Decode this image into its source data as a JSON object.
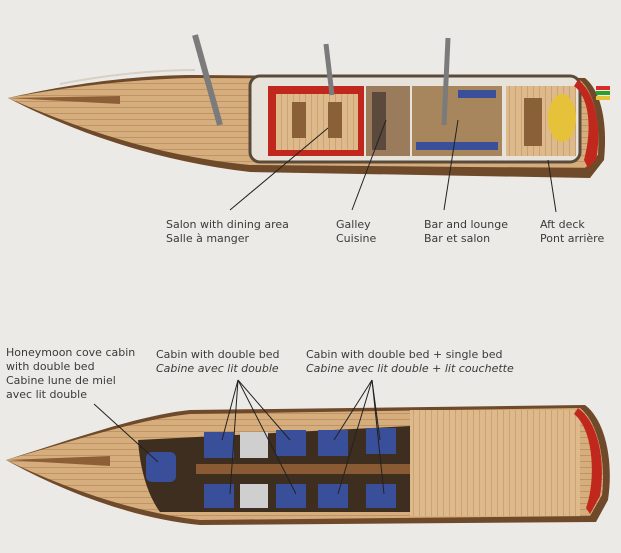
{
  "top_deck_labels": [
    {
      "key": "salon",
      "lines": [
        "Salon with dining area",
        "Salle à manger"
      ]
    },
    {
      "key": "galley",
      "lines": [
        "Galley",
        "Cuisine"
      ]
    },
    {
      "key": "bar",
      "lines": [
        "Bar and lounge",
        "Bar et salon"
      ]
    },
    {
      "key": "aft",
      "lines": [
        "Aft deck",
        "Pont arrière"
      ]
    }
  ],
  "lower_deck_labels": [
    {
      "key": "honeymoon",
      "lines": [
        "Honeymoon cove cabin",
        "with double bed",
        "Cabine lune de miel",
        "avec lit double"
      ]
    },
    {
      "key": "double",
      "lines": [
        "Cabin with double bed",
        "Cabine avec lit double"
      ]
    },
    {
      "key": "double_single",
      "lines": [
        "Cabin with double bed + single bed",
        "Cabine avec lit double + lit couchette"
      ]
    }
  ],
  "colors": {
    "background": "#eceae6",
    "hull_wood": "#b07a4a",
    "deck_wood": "#d9b384",
    "cabin_floor": "#7a5a3c",
    "red_accent": "#c0281e",
    "bed_blue": "#3a4f9a",
    "mast_grey": "#7b7b7b"
  }
}
